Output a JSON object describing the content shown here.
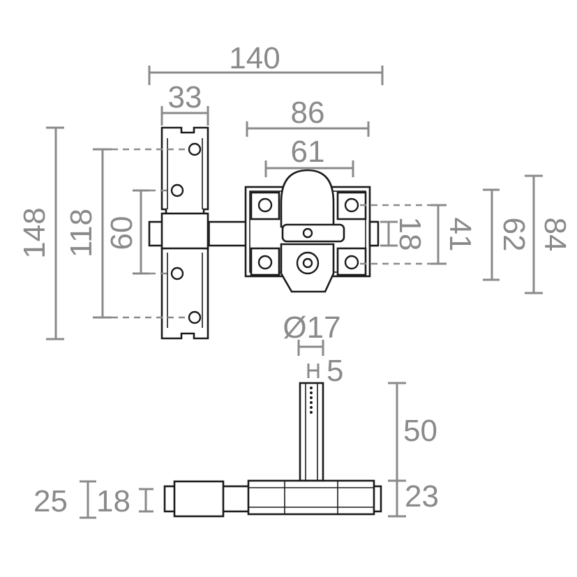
{
  "dimensions": {
    "overall_width": "140",
    "plate_width": "33",
    "body_width": "86",
    "inner_width": "61",
    "overall_height": "148",
    "hole_spacing_outer": "118",
    "hole_spacing_inner": "60",
    "bolt_height": "18",
    "body_hole_spacing": "41",
    "body_inner_height": "62",
    "body_height": "84",
    "knob_diameter": "Ø17",
    "knob_width": "5",
    "knob_length": "50",
    "plate_depth": "25",
    "bolt_depth": "18",
    "body_depth": "23"
  },
  "colors": {
    "dimension": "#8a8a8a",
    "outline": "#1a1a1a"
  }
}
